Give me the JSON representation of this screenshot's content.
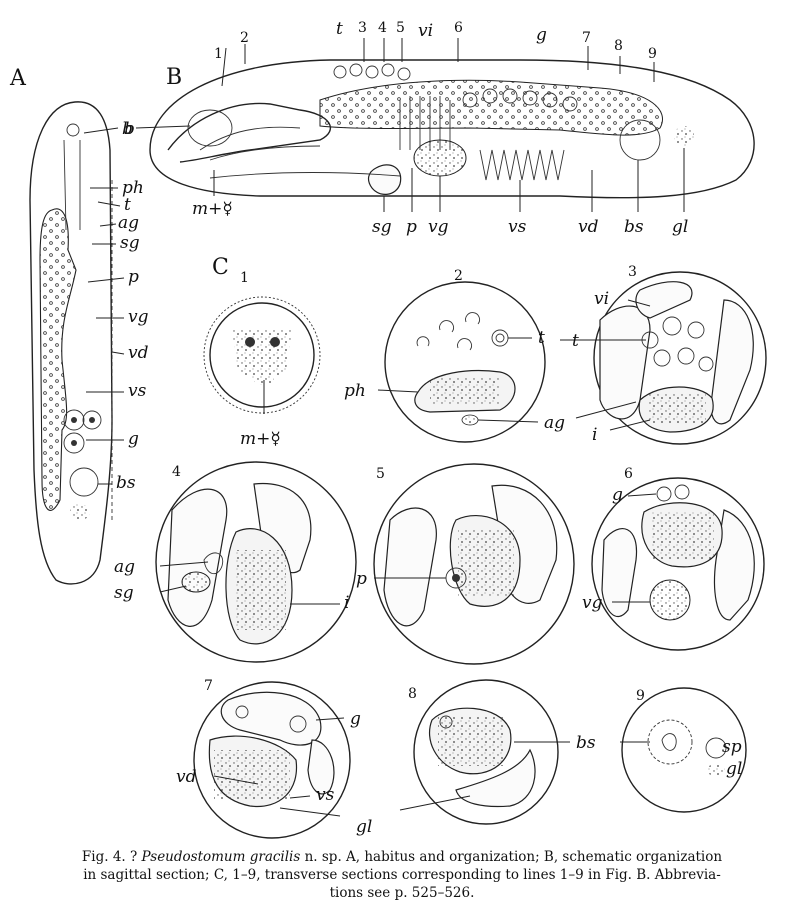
{
  "panels": {
    "A": "A",
    "B": "B",
    "C": "C"
  },
  "labels_A": [
    "b",
    "ph",
    "t",
    "ag",
    "sg",
    "p",
    "vg",
    "vd",
    "vs",
    "g",
    "bs"
  ],
  "labels_B_top": [
    "1",
    "2",
    "t",
    "3",
    "4",
    "5",
    "vi",
    "6",
    "g",
    "7",
    "8",
    "9"
  ],
  "labels_B_bottom": [
    "m+☿",
    "sg",
    "p",
    "vg",
    "vs",
    "vd",
    "bs",
    "gl"
  ],
  "label_B_b": "b",
  "sections": [
    {
      "num": "1",
      "labels": [
        "m+☿"
      ]
    },
    {
      "num": "2",
      "labels": [
        "t",
        "ph",
        "ag"
      ]
    },
    {
      "num": "3",
      "labels": [
        "vi",
        "t",
        "ag",
        "i"
      ]
    },
    {
      "num": "4",
      "labels": [
        "ag",
        "sg",
        "i"
      ]
    },
    {
      "num": "5",
      "labels": [
        "p"
      ]
    },
    {
      "num": "6",
      "labels": [
        "g",
        "vg"
      ]
    },
    {
      "num": "7",
      "labels": [
        "g",
        "vd",
        "vs",
        "gl"
      ]
    },
    {
      "num": "8",
      "labels": [
        "bs"
      ]
    },
    {
      "num": "9",
      "labels": [
        "bs",
        "sp",
        "gl"
      ]
    }
  ],
  "caption": {
    "prefix": "Fig. 4. ?",
    "species": "Pseudostomum gracilis",
    "line1_rest": " n. sp. A, habitus and organization; B, schematic organization",
    "line2": "in sagittal section; C, 1–9, transverse sections corresponding to lines 1–9 in Fig. B. Abbrevia-",
    "line3": "tions see p. 525–526."
  }
}
